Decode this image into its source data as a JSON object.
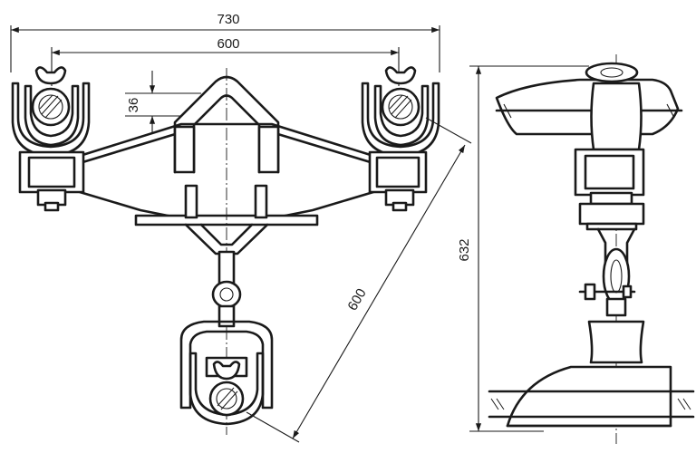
{
  "dimensions": {
    "overall_width": "730",
    "inner_width": "600",
    "offset": "36",
    "diagonal": "600",
    "height": "632"
  },
  "colors": {
    "ink": "#1a1a1a",
    "paper": "#ffffff"
  }
}
